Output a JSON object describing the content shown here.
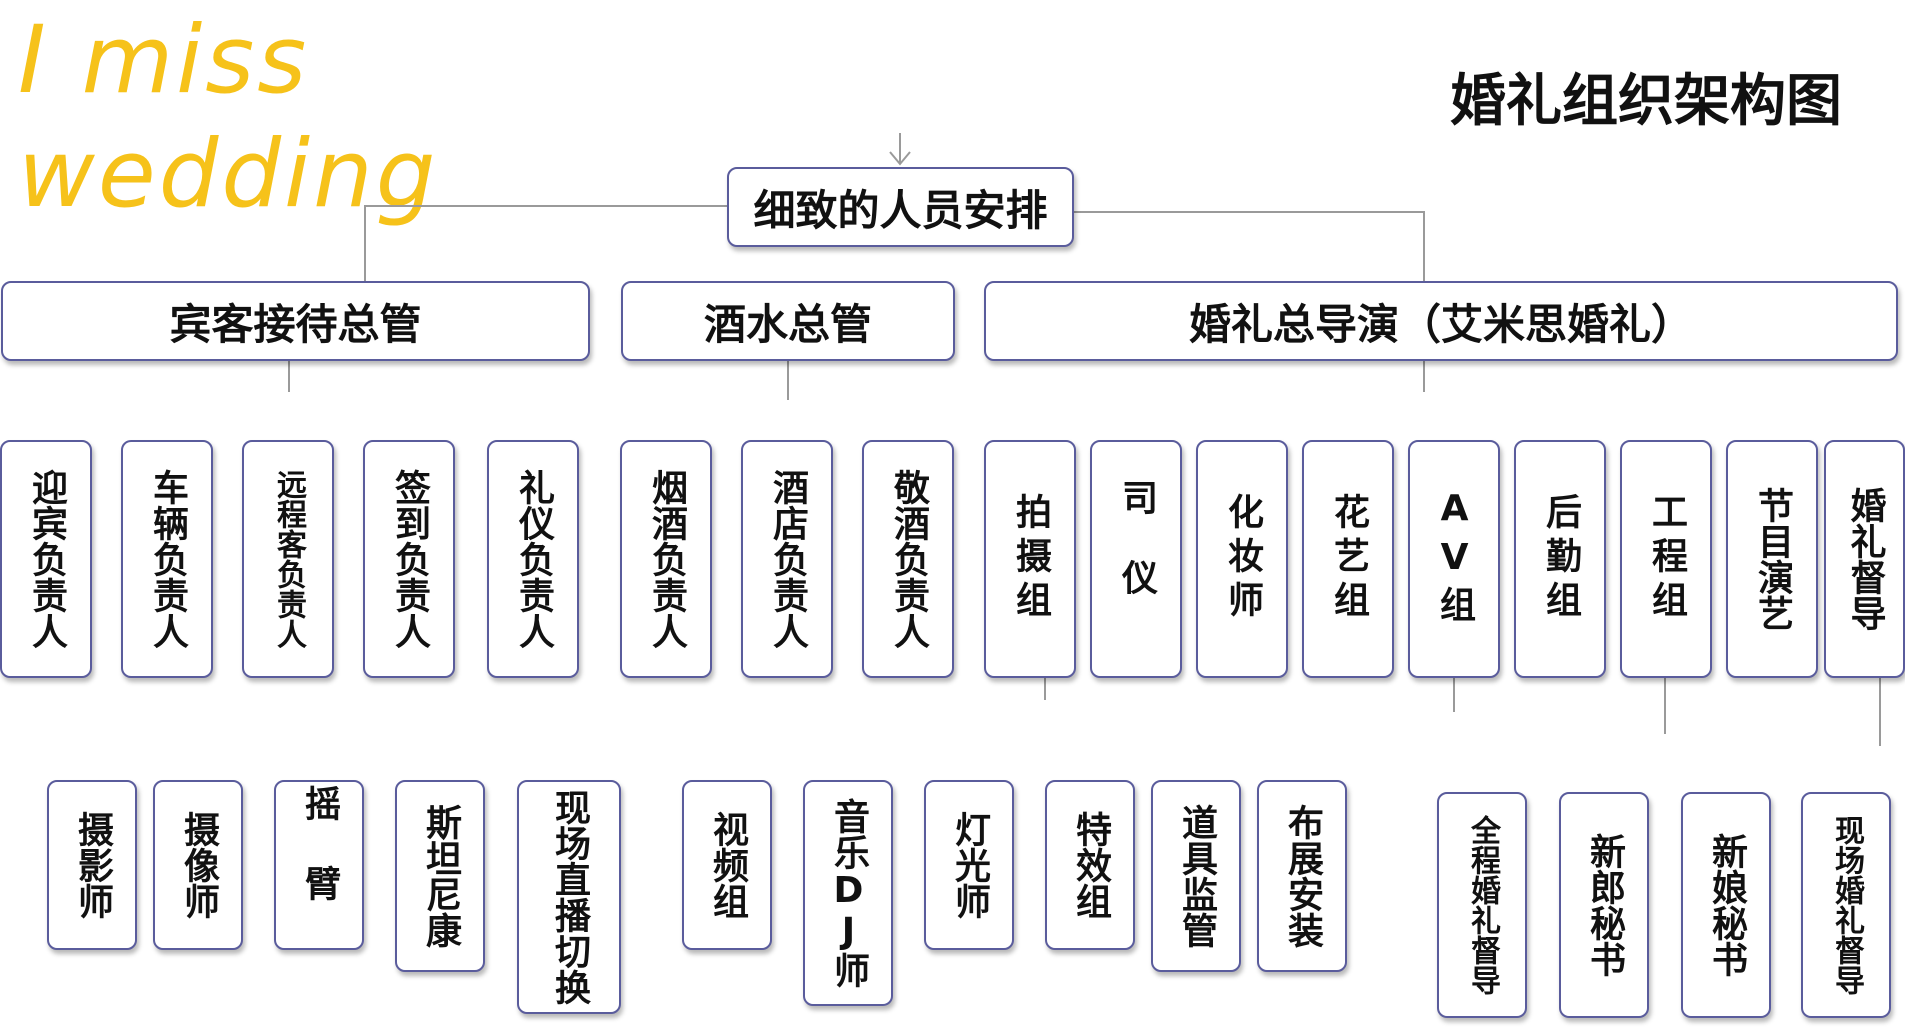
{
  "logo": {
    "line1": "I miss",
    "line2": "wedding"
  },
  "title": "婚礼组织架构图",
  "root": "细致的人员安排",
  "managers": {
    "reception": "宾客接待总管",
    "drinks": "酒水总管",
    "director": "婚礼总导演（艾米思婚礼）"
  },
  "row1": {
    "r1": "迎宾负责人",
    "r2": "车辆负责人",
    "r3": "远程客负责人",
    "r4": "签到负责人",
    "r5": "礼仪负责人",
    "d1": "烟酒负责人",
    "d2": "酒店负责人",
    "d3": "敬酒负责人",
    "w1": "拍摄组",
    "w2": "司仪",
    "w3": "化妆师",
    "w4": "花艺组",
    "w5": "AV组",
    "w6": "后勤组",
    "w7": "工程组",
    "w8": "节目演艺",
    "w9": "婚礼督导"
  },
  "row2": {
    "p1": "摄影师",
    "p2": "摄像师",
    "p3": "摇臂",
    "p4": "斯坦尼康",
    "p5": "现场直播切换",
    "a1": "视频组",
    "a2": "音乐DJ师",
    "a3": "灯光师",
    "e1": "特效组",
    "e2": "道具监管",
    "e3": "布展安装",
    "s1": "全程婚礼督导",
    "s2": "新郎秘书",
    "s3": "新娘秘书",
    "s4": "现场婚礼督导"
  },
  "colors": {
    "logo": "#f6c21a",
    "border": "#5a5c9c",
    "connector": "#9a9a9a"
  }
}
